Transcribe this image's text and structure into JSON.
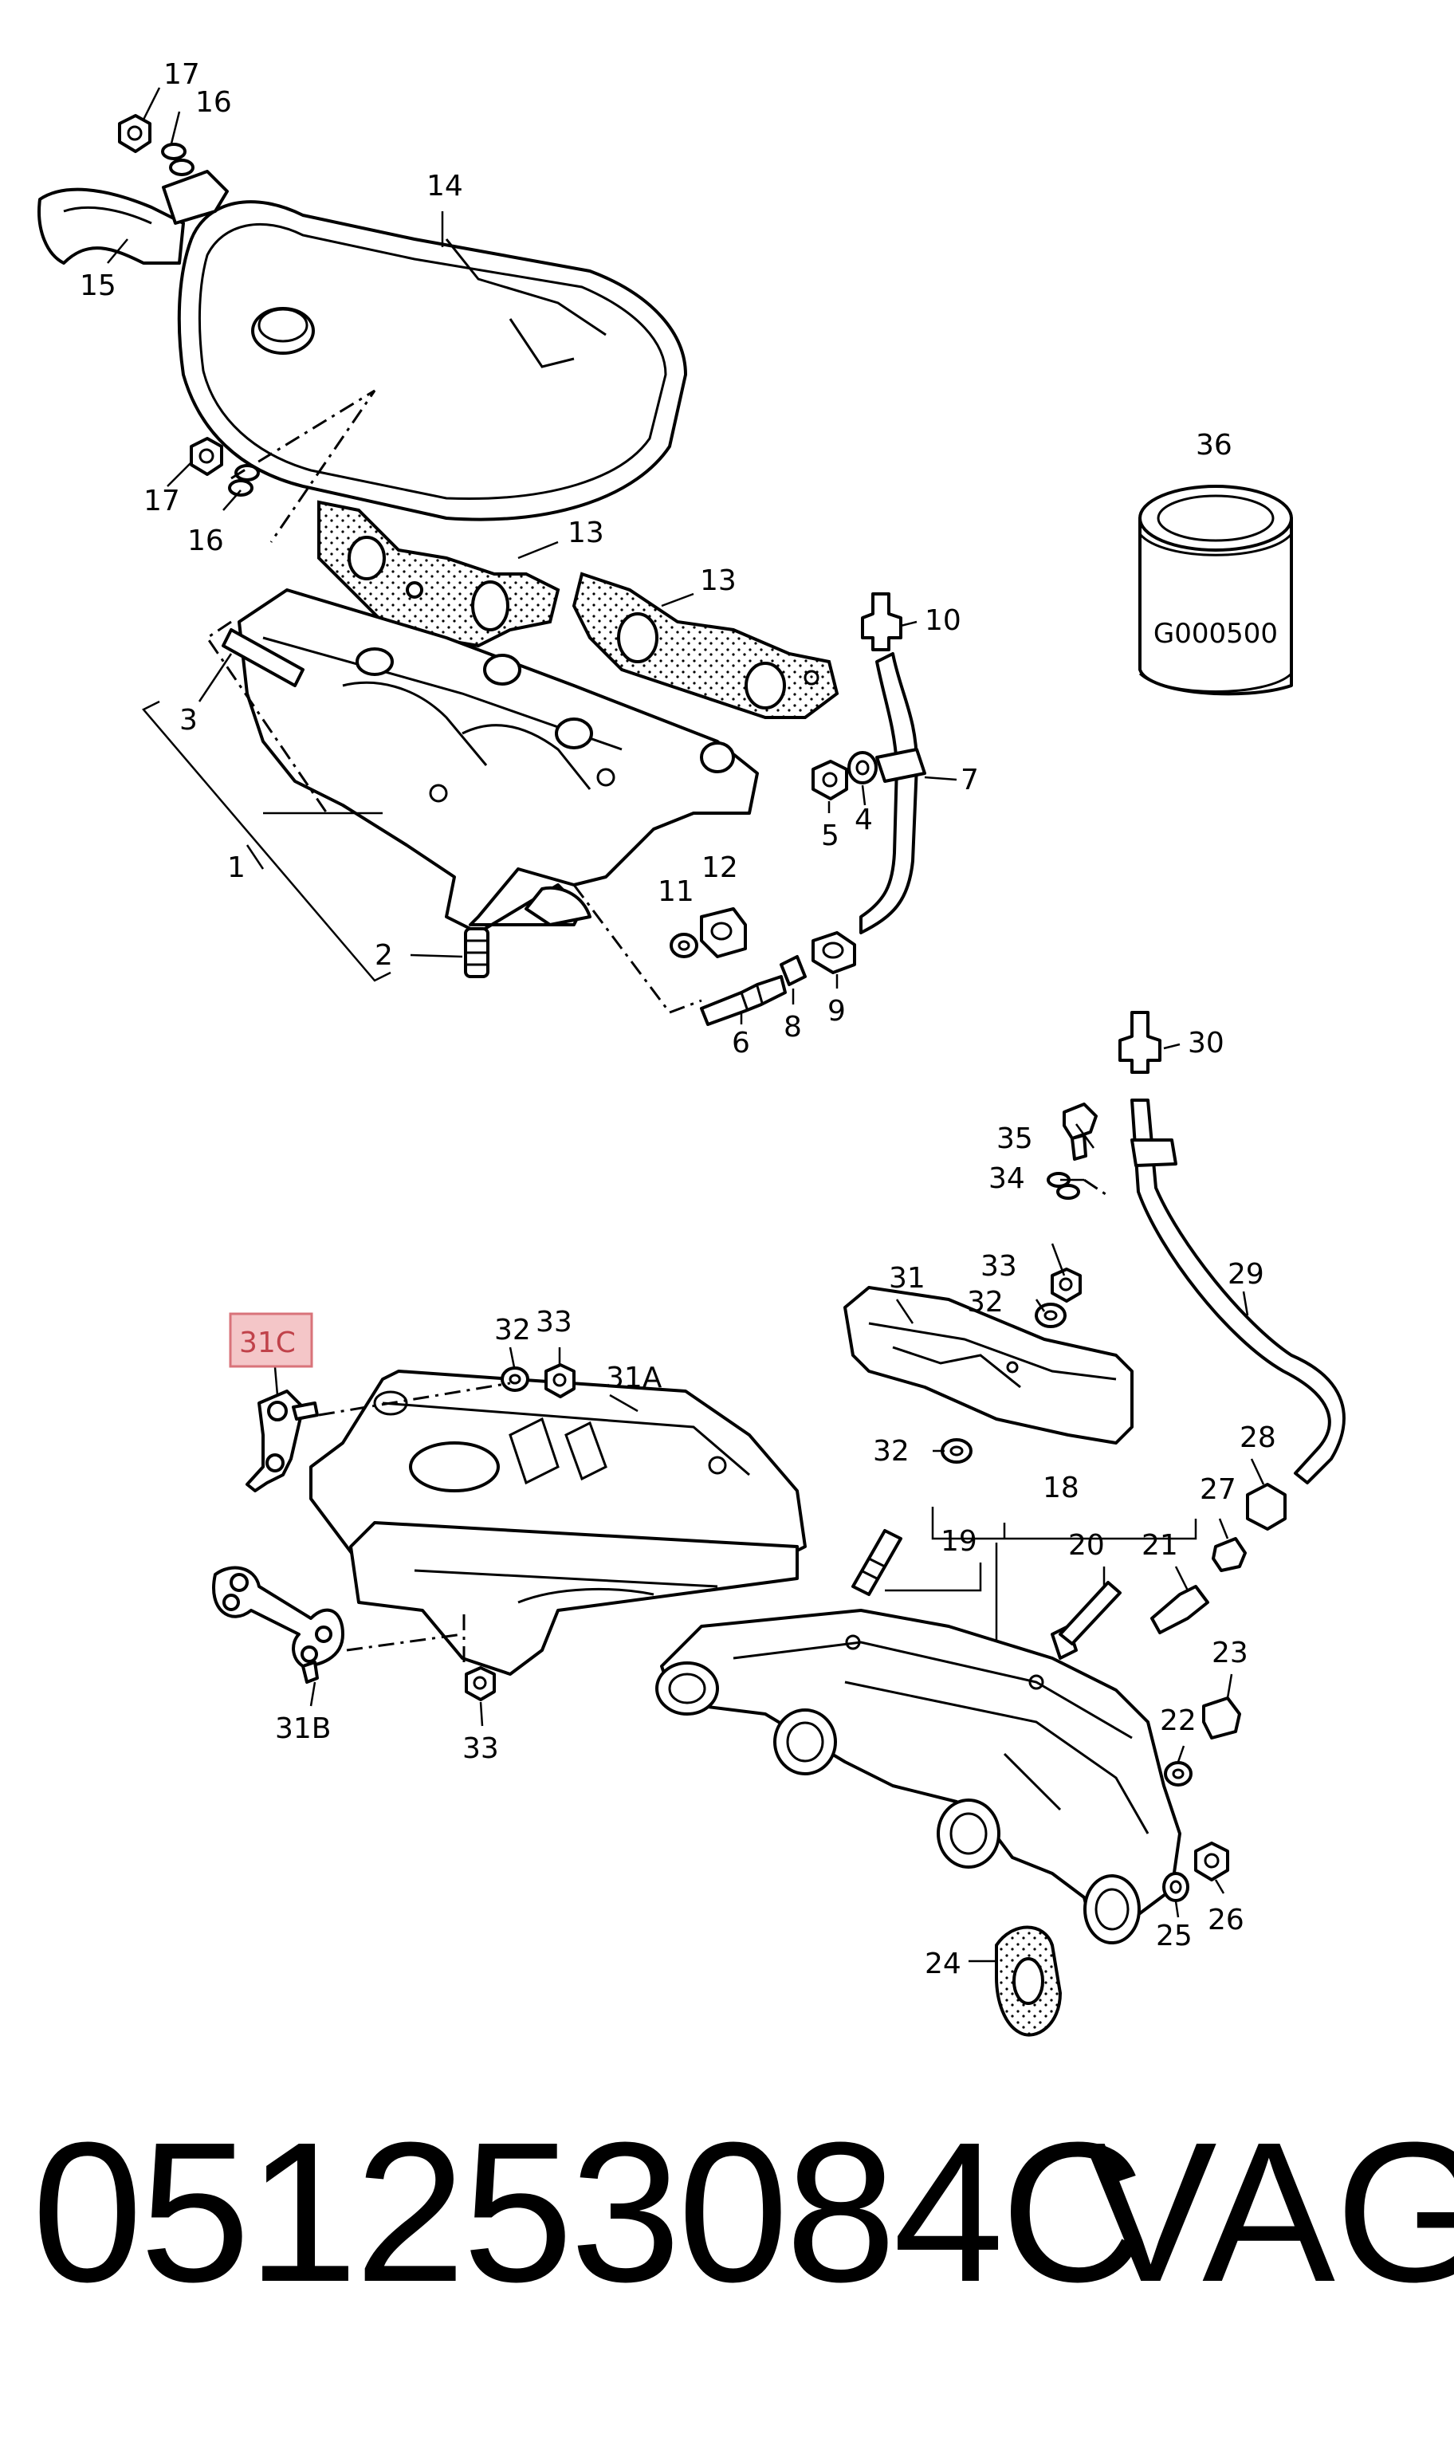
{
  "callouts": {
    "c1": "1",
    "c2": "2",
    "c3": "3",
    "c4": "4",
    "c5": "5",
    "c6": "6",
    "c7": "7",
    "c8": "8",
    "c9": "9",
    "c10": "10",
    "c11": "11",
    "c12": "12",
    "c13": "13",
    "c14": "14",
    "c15": "15",
    "c16": "16",
    "c17": "17",
    "c18": "18",
    "c19": "19",
    "c20": "20",
    "c21": "21",
    "c22": "22",
    "c23": "23",
    "c24": "24",
    "c25": "25",
    "c26": "26",
    "c27": "27",
    "c28": "28",
    "c29": "29",
    "c30": "30",
    "c31": "31",
    "c31a": "31A",
    "c31b": "31B",
    "c31c": "31C",
    "c32": "32",
    "c33": "33",
    "c34": "34",
    "c35": "35",
    "c36": "36"
  },
  "highlighted_callout": "31C",
  "highlight_color": "#f4c6c8",
  "highlight_border": "#d9737a",
  "filter_label": "G000500",
  "part_number": "051253084C",
  "brand": "VAG"
}
